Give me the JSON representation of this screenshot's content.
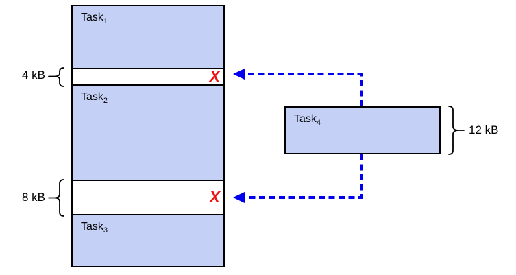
{
  "tasks": {
    "task1": {
      "base": "Task",
      "sub": "1"
    },
    "task2": {
      "base": "Task",
      "sub": "2"
    },
    "task3": {
      "base": "Task",
      "sub": "3"
    },
    "task4": {
      "base": "Task",
      "sub": "4"
    }
  },
  "labels": {
    "gap1_size": "4 kB",
    "gap2_size": "8 kB",
    "task4_size": "12 kB"
  },
  "marks": {
    "gap1_x": "X",
    "gap2_x": "X"
  },
  "icons": {
    "arrow_to_gap1": "dashed-arrow-left",
    "arrow_to_gap2": "dashed-arrow-left",
    "brace_gap1": "curly-brace-left",
    "brace_gap2": "curly-brace-left",
    "brace_task4": "curly-brace-right",
    "reject_mark": "red-x"
  },
  "colors": {
    "background": "#ffffff",
    "task_fill": "#c5d0f7",
    "outline": "#000000",
    "arrow_blue": "#0000ee",
    "reject_red": "#ee1111"
  }
}
